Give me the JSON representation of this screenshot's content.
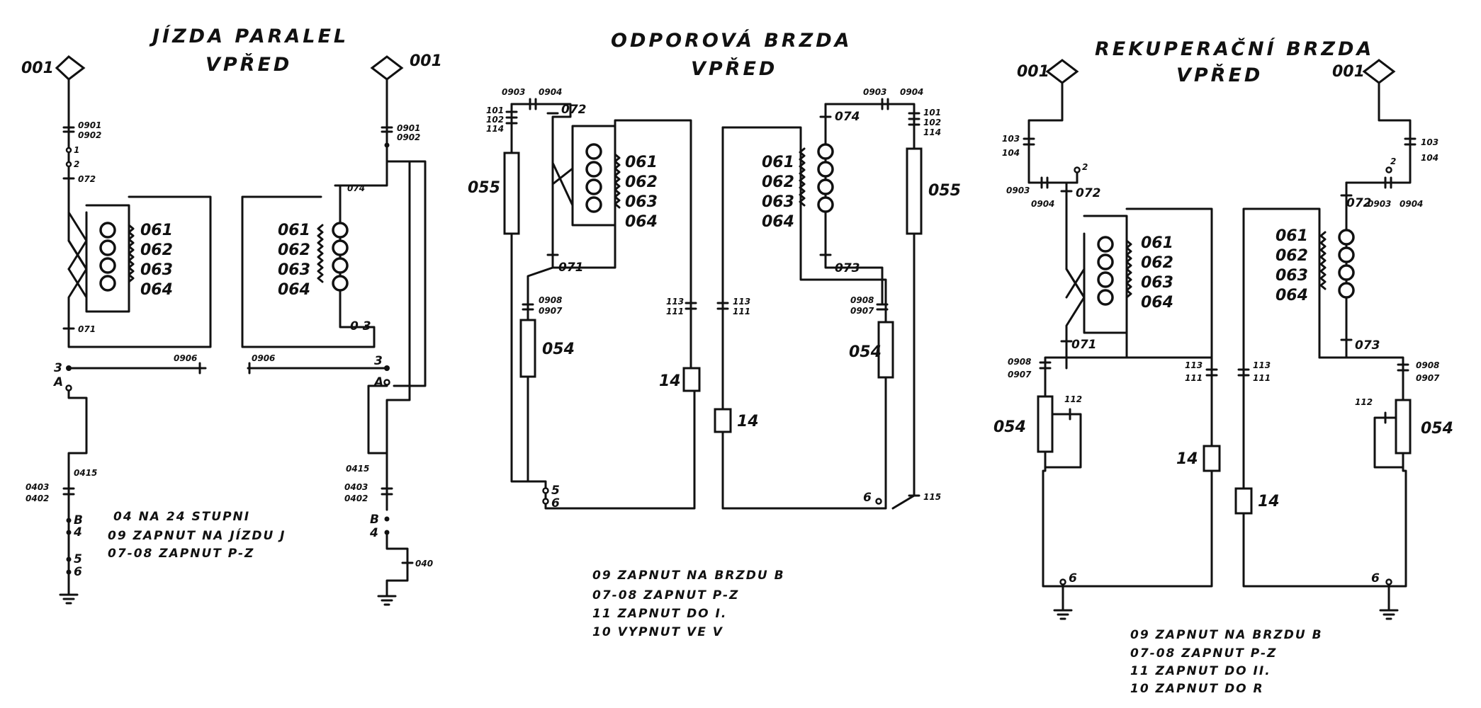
{
  "panel1": {
    "title1": "JÍZDA PARALEL",
    "title2": "VPŘED",
    "notes": [
      "04 NA 24 STUPNI",
      "09 ZAPNUT NA JÍZDU J",
      "07-08 ZAPNUT P-Z"
    ],
    "labels": {
      "l001": "001",
      "r001": "001",
      "c0901": "0901",
      "c0902": "0902",
      "c1": "1",
      "c2": "2",
      "c072": "072",
      "f061": "061",
      "f062": "062",
      "f063": "063",
      "f064": "064",
      "c071": "071",
      "c0906": "0906",
      "n3": "3",
      "nA": "A",
      "c0415": "0415",
      "c0403": "0403",
      "c0402": "0402",
      "nB": "B",
      "n4": "4",
      "n5": "5",
      "n6": "6",
      "r0901": "0901",
      "r0902": "0902",
      "r074": "074",
      "rf061": "061",
      "rf062": "062",
      "rf063": "063",
      "rf064": "064",
      "r03": "0 3",
      "r0906": "0906",
      "rn3": "3",
      "rnA": "A",
      "r0415": "0415",
      "r0403": "0403",
      "r0402": "0402",
      "rnB": "B",
      "rn4": "4",
      "r040": "040"
    }
  },
  "panel2": {
    "title1": "ODPOROVÁ BRZDA",
    "title2": "VPŘED",
    "notes": [
      "09 ZAPNUT NA BRZDU B",
      "07-08 ZAPNUT P-Z",
      "11 ZAPNUT DO I.",
      "10 VYPNUT VE V"
    ],
    "labels": {
      "c0903": "0903",
      "c0904": "0904",
      "c101": "101",
      "c102": "102",
      "c114": "114",
      "c072": "072",
      "r055": "055",
      "f061": "061",
      "f062": "062",
      "f063": "063",
      "f064": "064",
      "c071": "071",
      "c0908": "0908",
      "c0907": "0907",
      "r054": "054",
      "c113": "113",
      "c111": "111",
      "m14": "14",
      "n5": "5",
      "n6": "6",
      "rc0903": "0903",
      "rc0904": "0904",
      "rc101": "101",
      "rc102": "102",
      "rc114": "114",
      "rc074": "074",
      "rr055": "055",
      "rf061": "061",
      "rf062": "062",
      "rf063": "063",
      "rf064": "064",
      "rc073": "073",
      "rc0908": "0908",
      "rc0907": "0907",
      "rr054": "054",
      "rc113": "113",
      "rc111": "111",
      "rm14": "14",
      "rn6": "6",
      "rc115": "115"
    }
  },
  "panel3": {
    "title1": "REKUPERAČNÍ BRZDA",
    "title2": "VPŘED",
    "notes": [
      "09 ZAPNUT NA BRZDU B",
      "07-08 ZAPNUT P-Z",
      "11 ZAPNUT DO II.",
      "10 ZAPNUT DO R"
    ],
    "labels": {
      "l001": "001",
      "r001": "001",
      "c103": "103",
      "c104": "104",
      "c2": "2",
      "c0903": "0903",
      "c0904": "0904",
      "c072": "072",
      "f061": "061",
      "f062": "062",
      "f063": "063",
      "f064": "064",
      "c071": "071",
      "c0908": "0908",
      "c0907": "0907",
      "c112": "112",
      "r054": "054",
      "c113": "113",
      "c111": "111",
      "m14": "14",
      "n6": "6",
      "rc103": "103",
      "rc104": "104",
      "rc2": "2",
      "rc072": "072",
      "rc0903": "0903",
      "rc0904": "0904",
      "rf061": "061",
      "rf062": "062",
      "rf063": "063",
      "rf064": "064",
      "rc073": "073",
      "rc0908": "0908",
      "rc0907": "0907",
      "rc112": "112",
      "rr054": "054",
      "rc113": "113",
      "rc111": "111",
      "rm14": "14",
      "rn6": "6"
    }
  }
}
